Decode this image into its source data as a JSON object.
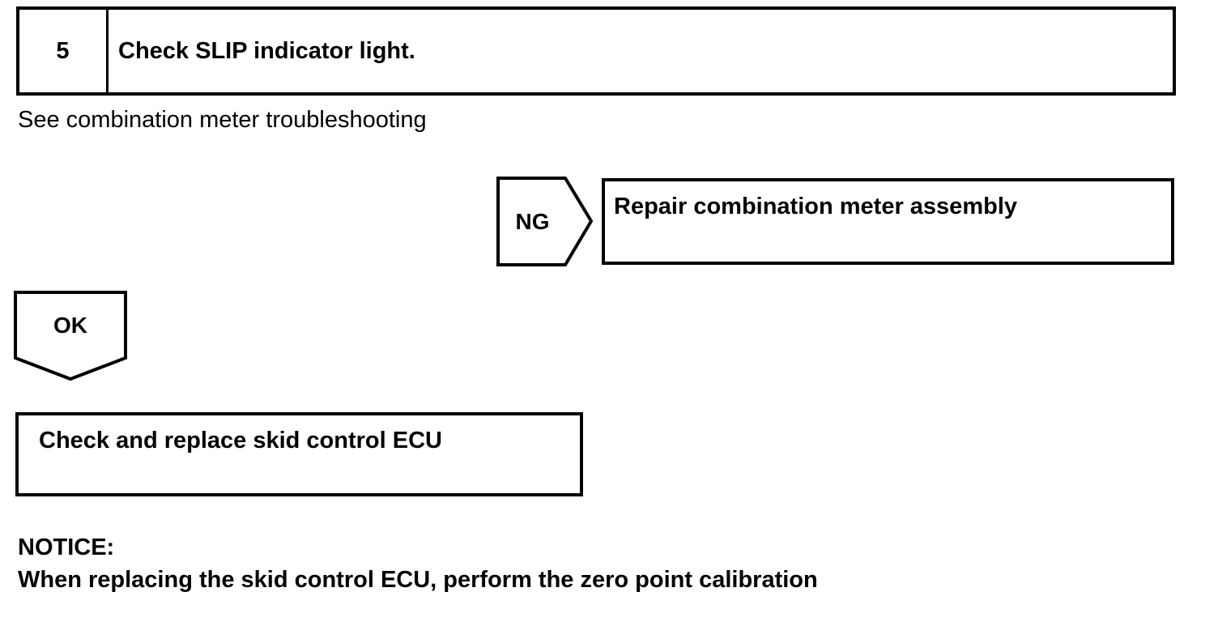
{
  "page": {
    "background_color": "#ffffff",
    "line_color": "#000000",
    "text_color": "#000000"
  },
  "step_header": {
    "number": "5",
    "title": "Check SLIP indicator light."
  },
  "instruction_note": "See combination meter troubleshooting",
  "flow": {
    "ng": {
      "label": "NG",
      "action": "Repair combination meter assembly"
    },
    "ok": {
      "label": "OK",
      "action": "Check and replace skid control ECU"
    }
  },
  "notice": {
    "heading": "NOTICE:",
    "body": "When replacing the skid control ECU, perform the zero point calibration"
  }
}
